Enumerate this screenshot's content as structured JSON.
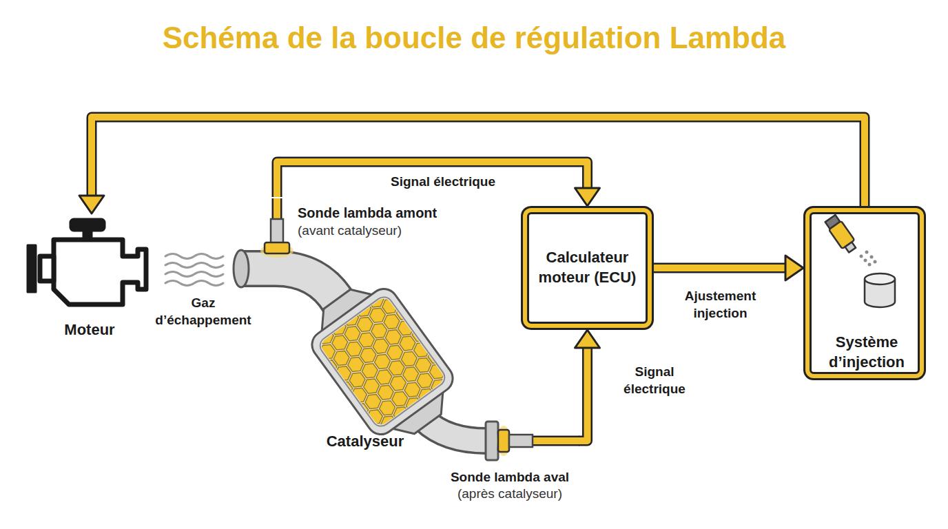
{
  "diagram": {
    "title": "Schéma de la boucle de régulation Lambda",
    "nodes": [
      {
        "text": [
          "Moteur"
        ]
      },
      {
        "text": [
          "Sonde lambda amont",
          "(avant catalyseur)"
        ]
      },
      {
        "text": [
          "Catalyseur"
        ]
      },
      {
        "text": [
          "Sonde lambda aval",
          "(après catalyseur)"
        ]
      },
      {
        "text": [
          "Calculateur moteur (ECU)"
        ]
      },
      {
        "text": [
          "Système d’injection"
        ]
      }
    ],
    "edges": [
      {
        "from": 1,
        "to": 4,
        "label": "Signal électrique",
        "arrow": "to"
      },
      {
        "from": 3,
        "to": 4,
        "label": "Signal électrique",
        "arrow": "to"
      },
      {
        "from": 4,
        "to": 5,
        "label": "Ajustement injection",
        "arrow": "to"
      },
      {
        "from": 5,
        "to": 0,
        "arrow": "to"
      }
    ],
    "labels": [
      "Gaz d’échappement"
    ]
  }
}
